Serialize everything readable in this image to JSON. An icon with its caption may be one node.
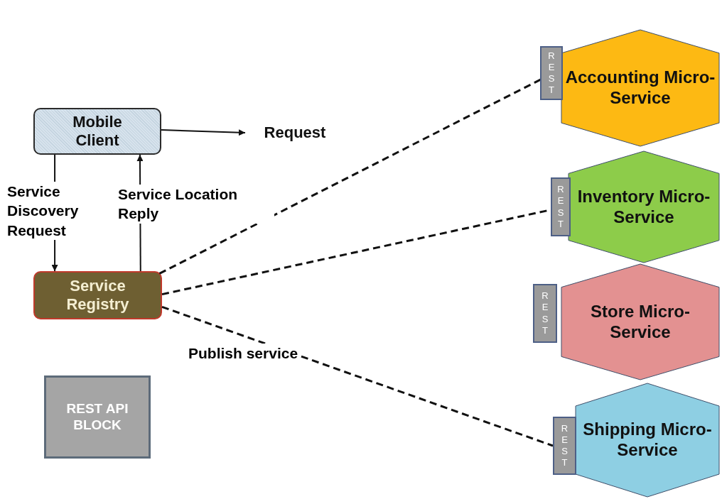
{
  "diagram": {
    "nodes": [
      {
        "text": [
          "Mobile Client"
        ]
      },
      {
        "text": [
          "Request"
        ]
      },
      {
        "text": [
          "Service Registry"
        ]
      },
      {
        "text": [
          "REST API BLOCK"
        ]
      },
      {
        "text": [
          "REST"
        ]
      },
      {
        "text": [
          "Accounting Micro-Service"
        ]
      },
      {
        "text": [
          "REST"
        ]
      },
      {
        "text": [
          "Inventory Micro-Service"
        ]
      },
      {
        "text": [
          "REST"
        ]
      },
      {
        "text": [
          "Store Micro-Service"
        ]
      },
      {
        "text": [
          "REST"
        ]
      },
      {
        "text": [
          "Shipping Micro-Service"
        ]
      }
    ],
    "edges": [
      {
        "from": 0,
        "to": 2,
        "arrow": "to",
        "label": "Service Discovery Request"
      },
      {
        "from": 2,
        "to": 0,
        "arrow": "to",
        "label": "Service Location Reply"
      },
      {
        "from": 0,
        "to": 1,
        "arrow": "to"
      },
      {
        "from": 2,
        "to": 4,
        "arrow": "none",
        "style": "dashed"
      },
      {
        "from": 2,
        "to": 6,
        "arrow": "none",
        "style": "dashed"
      },
      {
        "from": 2,
        "to": 10,
        "arrow": "none",
        "style": "dashed",
        "label": "Publish service"
      }
    ]
  }
}
